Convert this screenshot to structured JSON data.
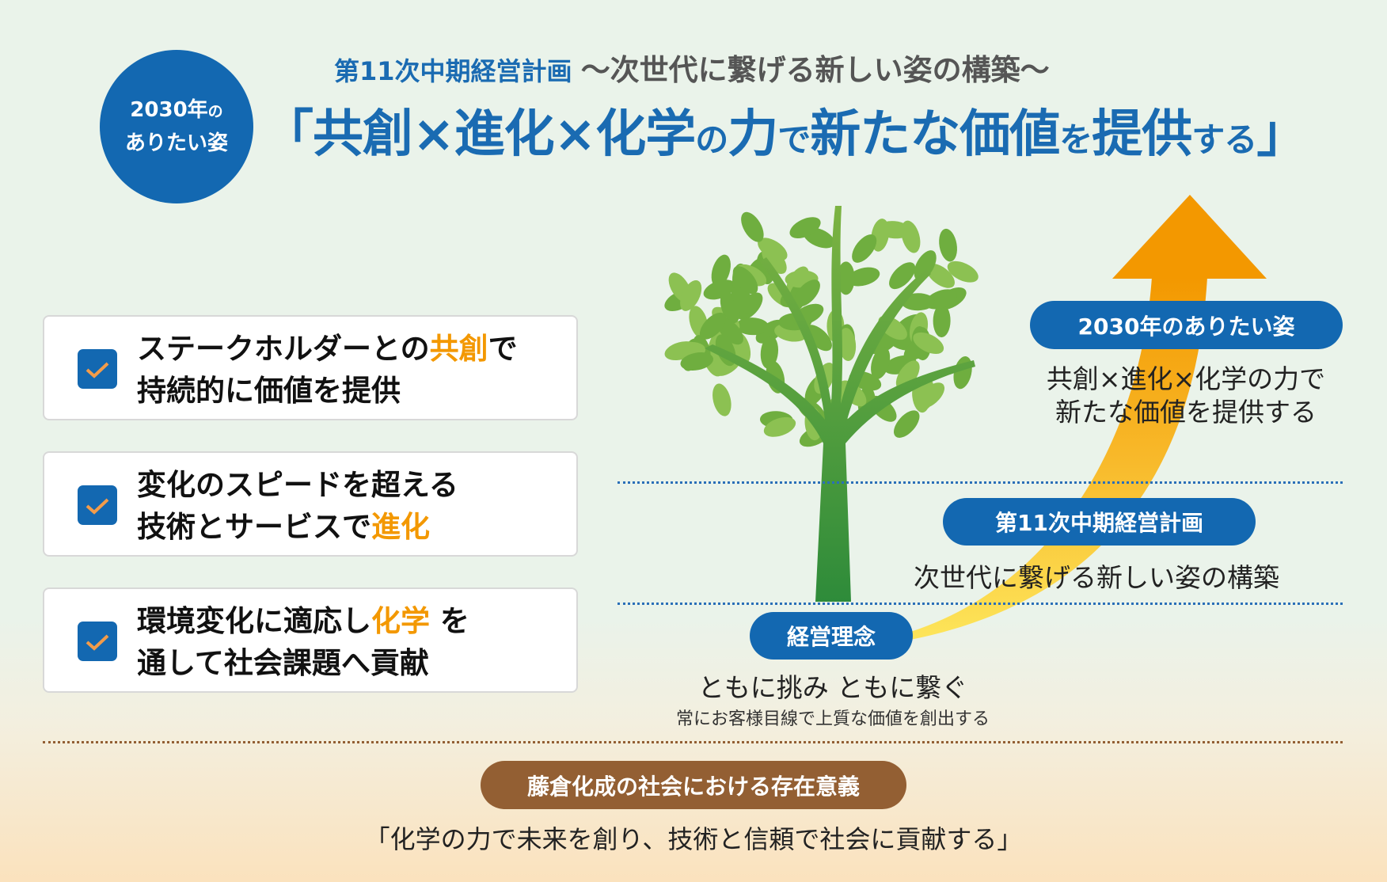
{
  "header": {
    "plan": "第11次中期経営計画",
    "plan_theme": "〜次世代に繋げる新しい姿の構築〜",
    "circle_line1": "2030年",
    "circle_line1_small": "の",
    "circle_line2": "ありたい姿",
    "title_parts": [
      "「共創×進化×化学",
      "の",
      "力",
      "で",
      "新たな価値",
      "を",
      "提供",
      "する",
      "」"
    ]
  },
  "points": [
    {
      "a": "ステークホルダーとの",
      "hl": "共創",
      "b": "で",
      "line2": "持続的に価値を提供"
    },
    {
      "a": "変化のスピードを超える",
      "hl": "",
      "b": "",
      "line2a": "技術とサービスで",
      "line2hl": "進化"
    },
    {
      "a": "環境変化に適応し",
      "hl": "化学",
      "b": " を",
      "line2": "通して社会課題へ貢献"
    }
  ],
  "diagram": {
    "vision_label": "2030年のありたい姿",
    "vision_line1": "共創×進化×化学の力で",
    "vision_line2": "新たな価値を提供する",
    "plan_label": "第11次中期経営計画",
    "plan_text": "次世代に繋げる新しい姿の構築",
    "philosophy_label": "経営理念",
    "philosophy_text": "ともに挑み ともに繋ぐ",
    "philosophy_sub": "常にお客様目線で上質な価値を創出する"
  },
  "purpose": {
    "label": "藤倉化成の社会における存在意義",
    "text": "「化学の力で未来を創り、技術と信頼で社会に貢献する」"
  },
  "colors": {
    "blue": "#1368b1",
    "orange": "#f39800",
    "brown": "#935f33",
    "green": "#7cb342"
  }
}
